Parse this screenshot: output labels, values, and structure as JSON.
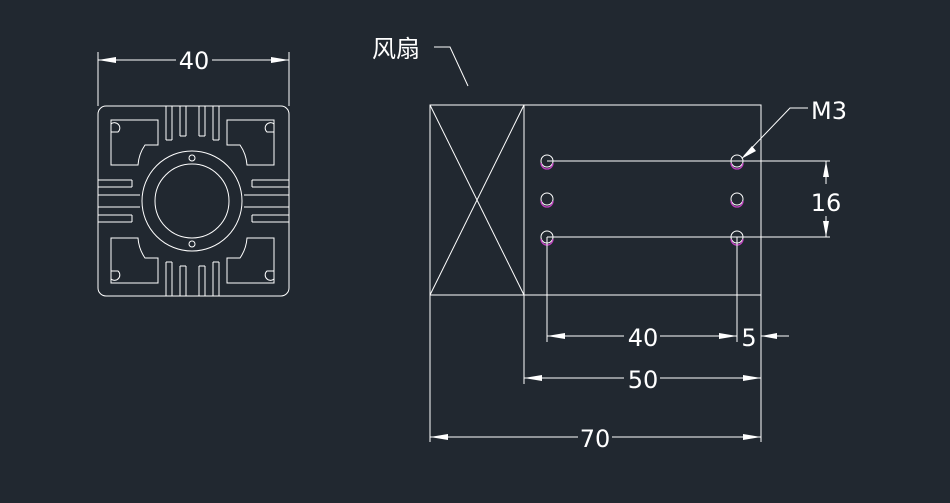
{
  "drawing": {
    "background_color": "#212830",
    "line_color": "#ffffff",
    "hole_accent_color": "#c040c0"
  },
  "profile": {
    "width_dim": "40"
  },
  "fan_view": {
    "fan_label": "风扇",
    "screw_label": "M3",
    "dims": {
      "spacing_vertical": "16",
      "spacing_horizontal": "40",
      "edge_offset": "5",
      "mount_width": "50",
      "total_width": "70"
    }
  }
}
